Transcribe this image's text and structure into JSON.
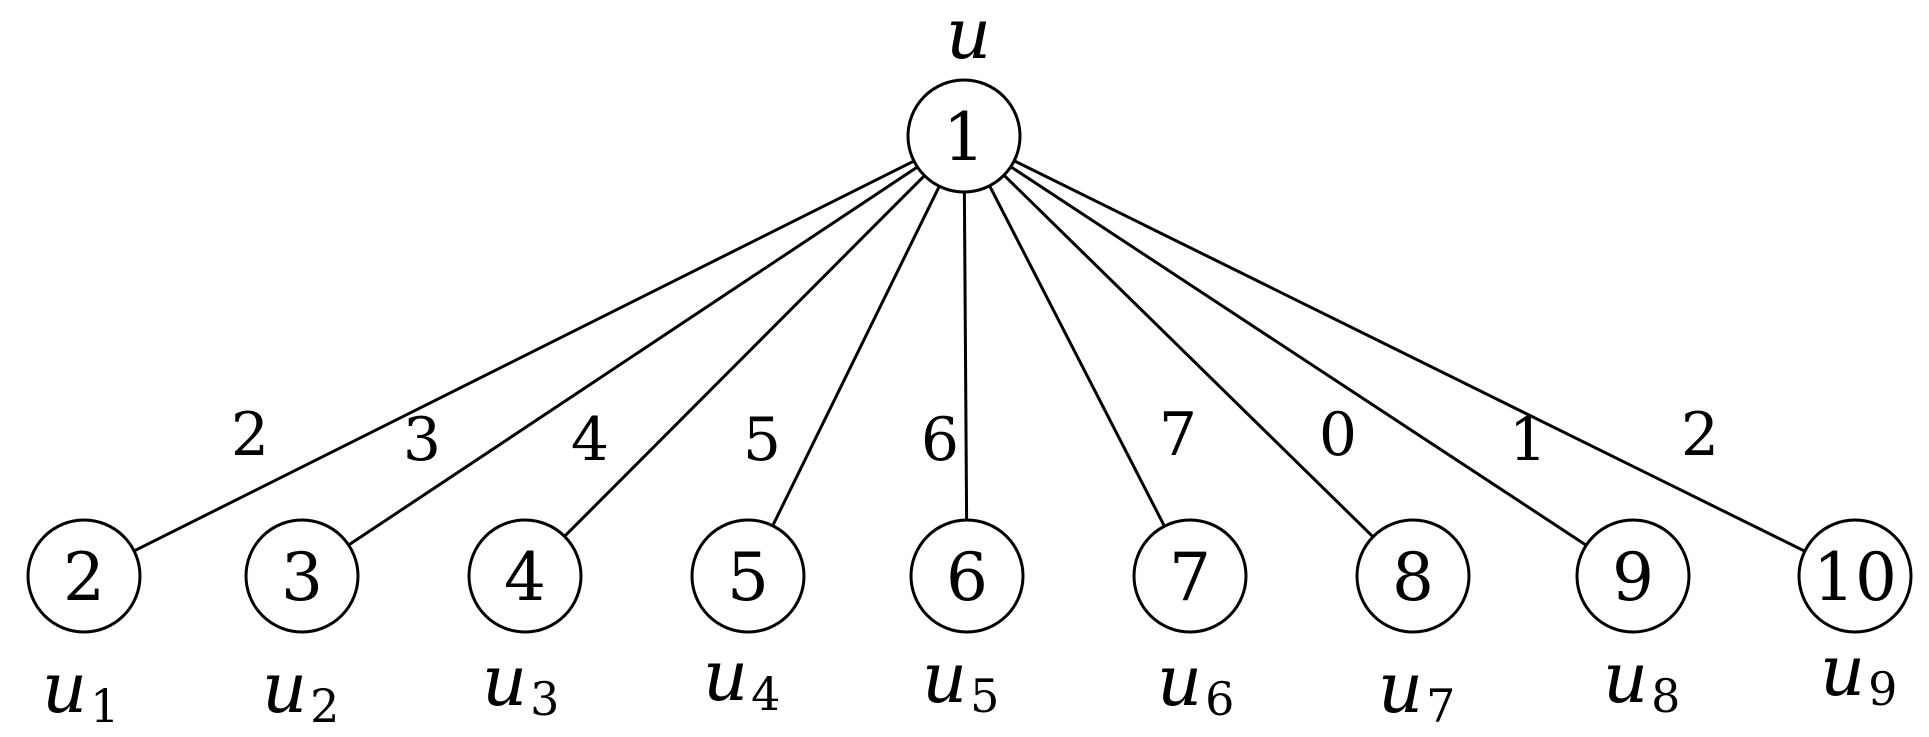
{
  "root": {
    "number": "1",
    "label": "u",
    "subscript": ""
  },
  "children": [
    {
      "number": "2",
      "label": "u",
      "subscript": "1",
      "weight": "2"
    },
    {
      "number": "3",
      "label": "u",
      "subscript": "2",
      "weight": "3"
    },
    {
      "number": "4",
      "label": "u",
      "subscript": "3",
      "weight": "4"
    },
    {
      "number": "5",
      "label": "u",
      "subscript": "4",
      "weight": "5"
    },
    {
      "number": "6",
      "label": "u",
      "subscript": "5",
      "weight": "6"
    },
    {
      "number": "7",
      "label": "u",
      "subscript": "6",
      "weight": "7"
    },
    {
      "number": "8",
      "label": "u",
      "subscript": "7",
      "weight": "0"
    },
    {
      "number": "9",
      "label": "u",
      "subscript": "8",
      "weight": "1"
    },
    {
      "number": "10",
      "label": "u",
      "subscript": "9",
      "weight": "2"
    }
  ]
}
